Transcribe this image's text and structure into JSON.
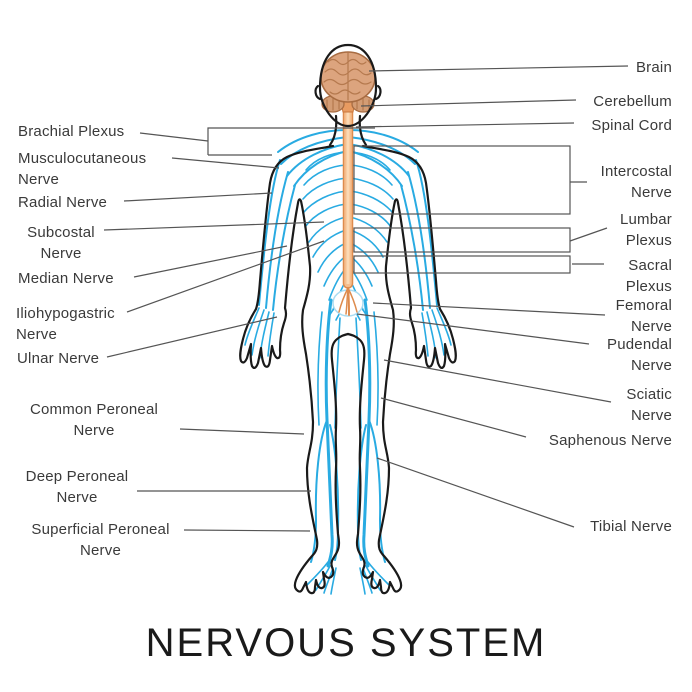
{
  "title": "NERVOUS SYSTEM",
  "colors": {
    "nerve_blue": "#29ABE2",
    "nerve_blue_light": "#A9DCF2",
    "cord_orange": "#DE8B4D",
    "cord_fill": "#F6BE8E",
    "cord_highlight": "#FBD9B4",
    "brain_fill": "#DCA47E",
    "brain_outline": "#A86C42",
    "brain_line": "#B5794E",
    "cerebellum_fill": "#D39C74",
    "body_outline": "#1A1A1A",
    "leader_gray": "#555555",
    "text_color": "#3A3A3A"
  },
  "labels": {
    "left": [
      {
        "id": "brachial-plexus",
        "l1": "Brachial Plexus"
      },
      {
        "id": "musculocutaneous-nerve",
        "l1": "Musculocutaneous",
        "l2": "Nerve"
      },
      {
        "id": "radial-nerve",
        "l1": "Radial Nerve"
      },
      {
        "id": "subcostal-nerve",
        "l1": "Subcostal",
        "l2": "Nerve"
      },
      {
        "id": "median-nerve",
        "l1": "Median Nerve"
      },
      {
        "id": "iliohypogastric-nerve",
        "l1": "Iliohypogastric",
        "l2": "Nerve"
      },
      {
        "id": "ulnar-nerve",
        "l1": "Ulnar Nerve"
      },
      {
        "id": "common-peroneal-nerve",
        "l1": "Common Peroneal",
        "l2": "Nerve"
      },
      {
        "id": "deep-peroneal-nerve",
        "l1": "Deep Peroneal",
        "l2": "Nerve"
      },
      {
        "id": "superficial-peroneal-nerve",
        "l1": "Superficial Peroneal",
        "l2": "Nerve"
      }
    ],
    "right": [
      {
        "id": "brain",
        "l1": "Brain"
      },
      {
        "id": "cerebellum",
        "l1": "Cerebellum"
      },
      {
        "id": "spinal-cord",
        "l1": "Spinal Cord"
      },
      {
        "id": "intercostal-nerve",
        "l1": "Intercostal",
        "l2": "Nerve"
      },
      {
        "id": "lumbar-plexus",
        "l1": "Lumbar",
        "l2": "Plexus"
      },
      {
        "id": "sacral-plexus",
        "l1": "Sacral",
        "l2": "Plexus"
      },
      {
        "id": "femoral-nerve",
        "l1": "Femoral",
        "l2": "Nerve"
      },
      {
        "id": "pudendal-nerve",
        "l1": "Pudendal",
        "l2": "Nerve"
      },
      {
        "id": "sciatic-nerve",
        "l1": "Sciatic",
        "l2": "Nerve"
      },
      {
        "id": "saphenous-nerve",
        "l1": "Saphenous Nerve"
      },
      {
        "id": "tibial-nerve",
        "l1": "Tibial Nerve"
      }
    ]
  }
}
